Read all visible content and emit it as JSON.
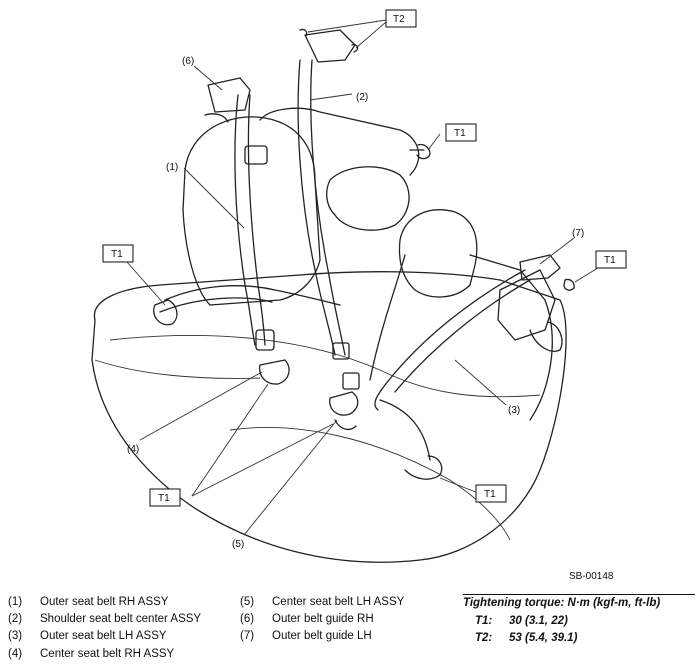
{
  "callouts": {
    "c1": "(1)",
    "c2": "(2)",
    "c3": "(3)",
    "c4": "(4)",
    "c5": "(5)",
    "c6": "(6)",
    "c7": "(7)",
    "t1": "T1",
    "t2": "T2"
  },
  "figure_ref": "SB-00148",
  "legend": [
    {
      "num": "(1)",
      "label": "Outer seat belt RH ASSY"
    },
    {
      "num": "(2)",
      "label": "Shoulder seat belt center ASSY"
    },
    {
      "num": "(3)",
      "label": "Outer seat belt LH ASSY"
    },
    {
      "num": "(4)",
      "label": "Center seat belt RH ASSY"
    },
    {
      "num": "(5)",
      "label": "Center seat belt LH ASSY"
    },
    {
      "num": "(6)",
      "label": "Outer belt guide RH"
    },
    {
      "num": "(7)",
      "label": "Outer belt guide LH"
    }
  ],
  "torque": {
    "title": "Tightening torque: N·m (kgf-m, ft-lb)",
    "rows": [
      {
        "key": "T1:",
        "value": "30 (3.1, 22)"
      },
      {
        "key": "T2:",
        "value": "53 (5.4, 39.1)"
      }
    ]
  }
}
